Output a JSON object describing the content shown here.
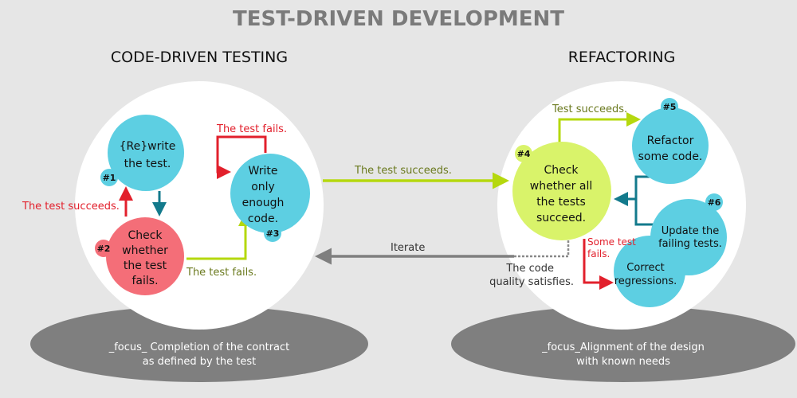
{
  "title": "TEST-DRIVEN DEVELOPMENT",
  "colors": {
    "blue": "#5dcfe2",
    "red": "#f46e78",
    "lime": "#d9f36a",
    "green_arrow": "#b5d80e",
    "red_arrow": "#e2202c",
    "teal_arrow": "#137a8c",
    "gray": "#7f7f7f"
  },
  "left": {
    "heading": "CODE-DRIVEN TESTING",
    "step1": {
      "badge": "#1",
      "lines": [
        "{Re}write",
        "the test."
      ]
    },
    "step2": {
      "badge": "#2",
      "lines": [
        "Check",
        "whether",
        "the test",
        "fails."
      ]
    },
    "step3": {
      "badge": "#3",
      "lines": [
        "Write",
        "only",
        "enough",
        "code."
      ]
    },
    "label_fails_loop": "The test fails.",
    "label_succeeds": "The test succeeds.",
    "label_fails": "The test fails.",
    "focus": [
      "_focus_ Completion of the contract",
      "as defined by the test"
    ]
  },
  "middle": {
    "label_succeeds": "The test succeeds.",
    "label_iterate": "Iterate",
    "label_quality": [
      "The code",
      "quality satisfies."
    ]
  },
  "right": {
    "heading": "REFACTORING",
    "step4": {
      "badge": "#4",
      "lines": [
        "Check",
        "whether all",
        "the tests",
        "succeed."
      ]
    },
    "step5": {
      "badge": "#5",
      "lines": [
        "Refactor",
        "some code."
      ]
    },
    "step6": {
      "badge": "#6",
      "lines": [
        "Update the",
        "failing tests."
      ]
    },
    "correct": {
      "lines": [
        "Correct",
        "regressions."
      ]
    },
    "label_test_succeeds": "Test succeeds.",
    "label_some_fail": [
      "Some test",
      "fails."
    ],
    "focus": [
      "_focus_Alignment of the design",
      "with known needs"
    ]
  }
}
